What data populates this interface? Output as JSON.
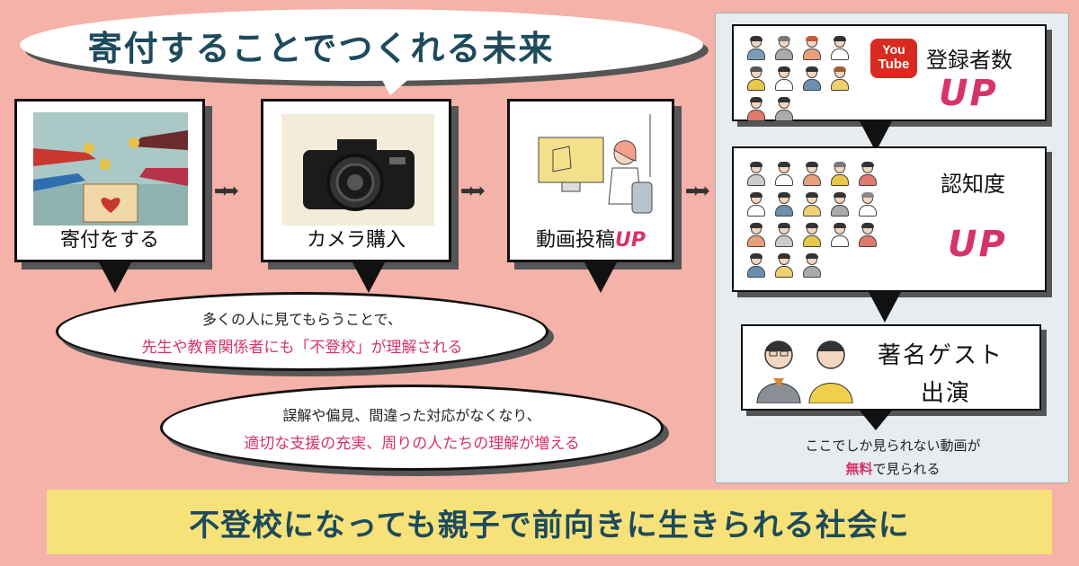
{
  "title": "寄付することでつくれる未来",
  "steps": [
    {
      "label": "寄付をする",
      "up": ""
    },
    {
      "label": "カメラ購入",
      "up": ""
    },
    {
      "label": "動画投稿",
      "up": "UP"
    }
  ],
  "arrow_glyph": "➡➡",
  "clouds": [
    {
      "line1": "多くの人に見てもらうことで、",
      "line2": "先生や教育関係者にも「不登校」が理解される"
    },
    {
      "line1": "誤解や偏見、間違った対応がなくなり、",
      "line2": "適切な支援の充実、周りの人たちの理解が増える"
    }
  ],
  "right_panel": {
    "subscribers": {
      "youtube_top": "You",
      "youtube_bottom": "Tube",
      "label": "登録者数",
      "up": "UP"
    },
    "awareness": {
      "label": "認知度",
      "up": "UP"
    },
    "guest": {
      "line1": "著名ゲスト",
      "line2": "出演"
    },
    "note_line1": "ここでしか見られない動画が",
    "note_free": "無料",
    "note_rest": "で見られる"
  },
  "bottom_message": "不登校になっても親子で前向きに生きられる社会に",
  "colors": {
    "accent_pink": "#d7336b",
    "navy": "#1d4a5c",
    "background": "#f4b2a8",
    "band": "#f7e27a"
  }
}
